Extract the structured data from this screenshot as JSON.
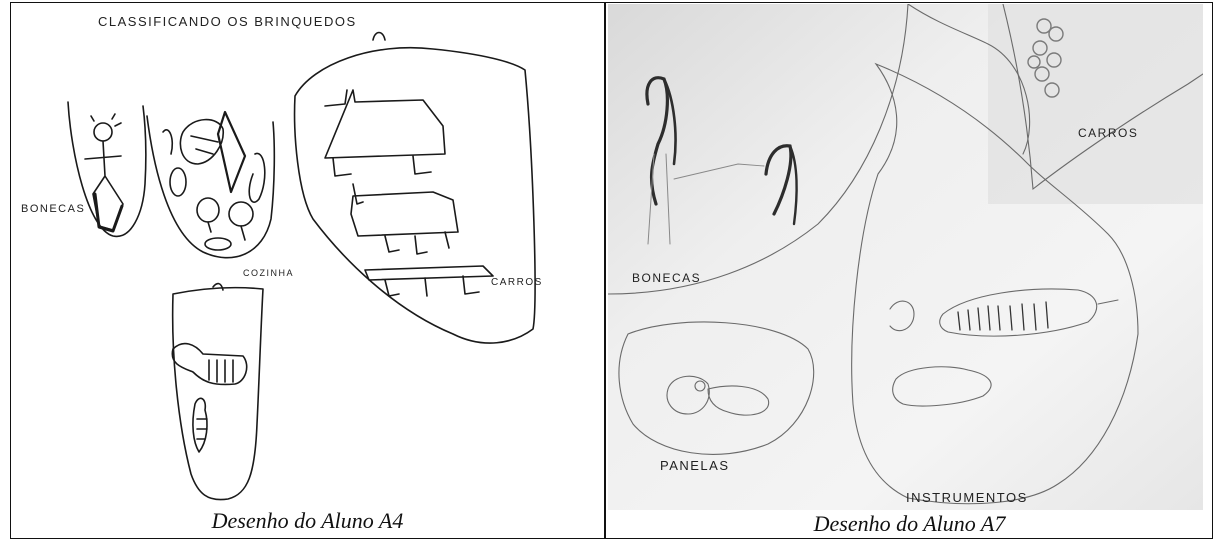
{
  "figure": {
    "left": {
      "caption": "Desenho do Aluno A4",
      "title": "CLASSIFICANDO OS BRINQUEDOS",
      "labels": {
        "bonecas": "BONECAS",
        "cozinha": "COZINHA",
        "carros": "CARROS"
      }
    },
    "right": {
      "caption": "Desenho do Aluno A7",
      "labels": {
        "carros": "CARROS",
        "bonecas": "BONECAS",
        "panelas": "PANELAS",
        "instrumentos": "INSTRUMENTOS"
      }
    }
  }
}
